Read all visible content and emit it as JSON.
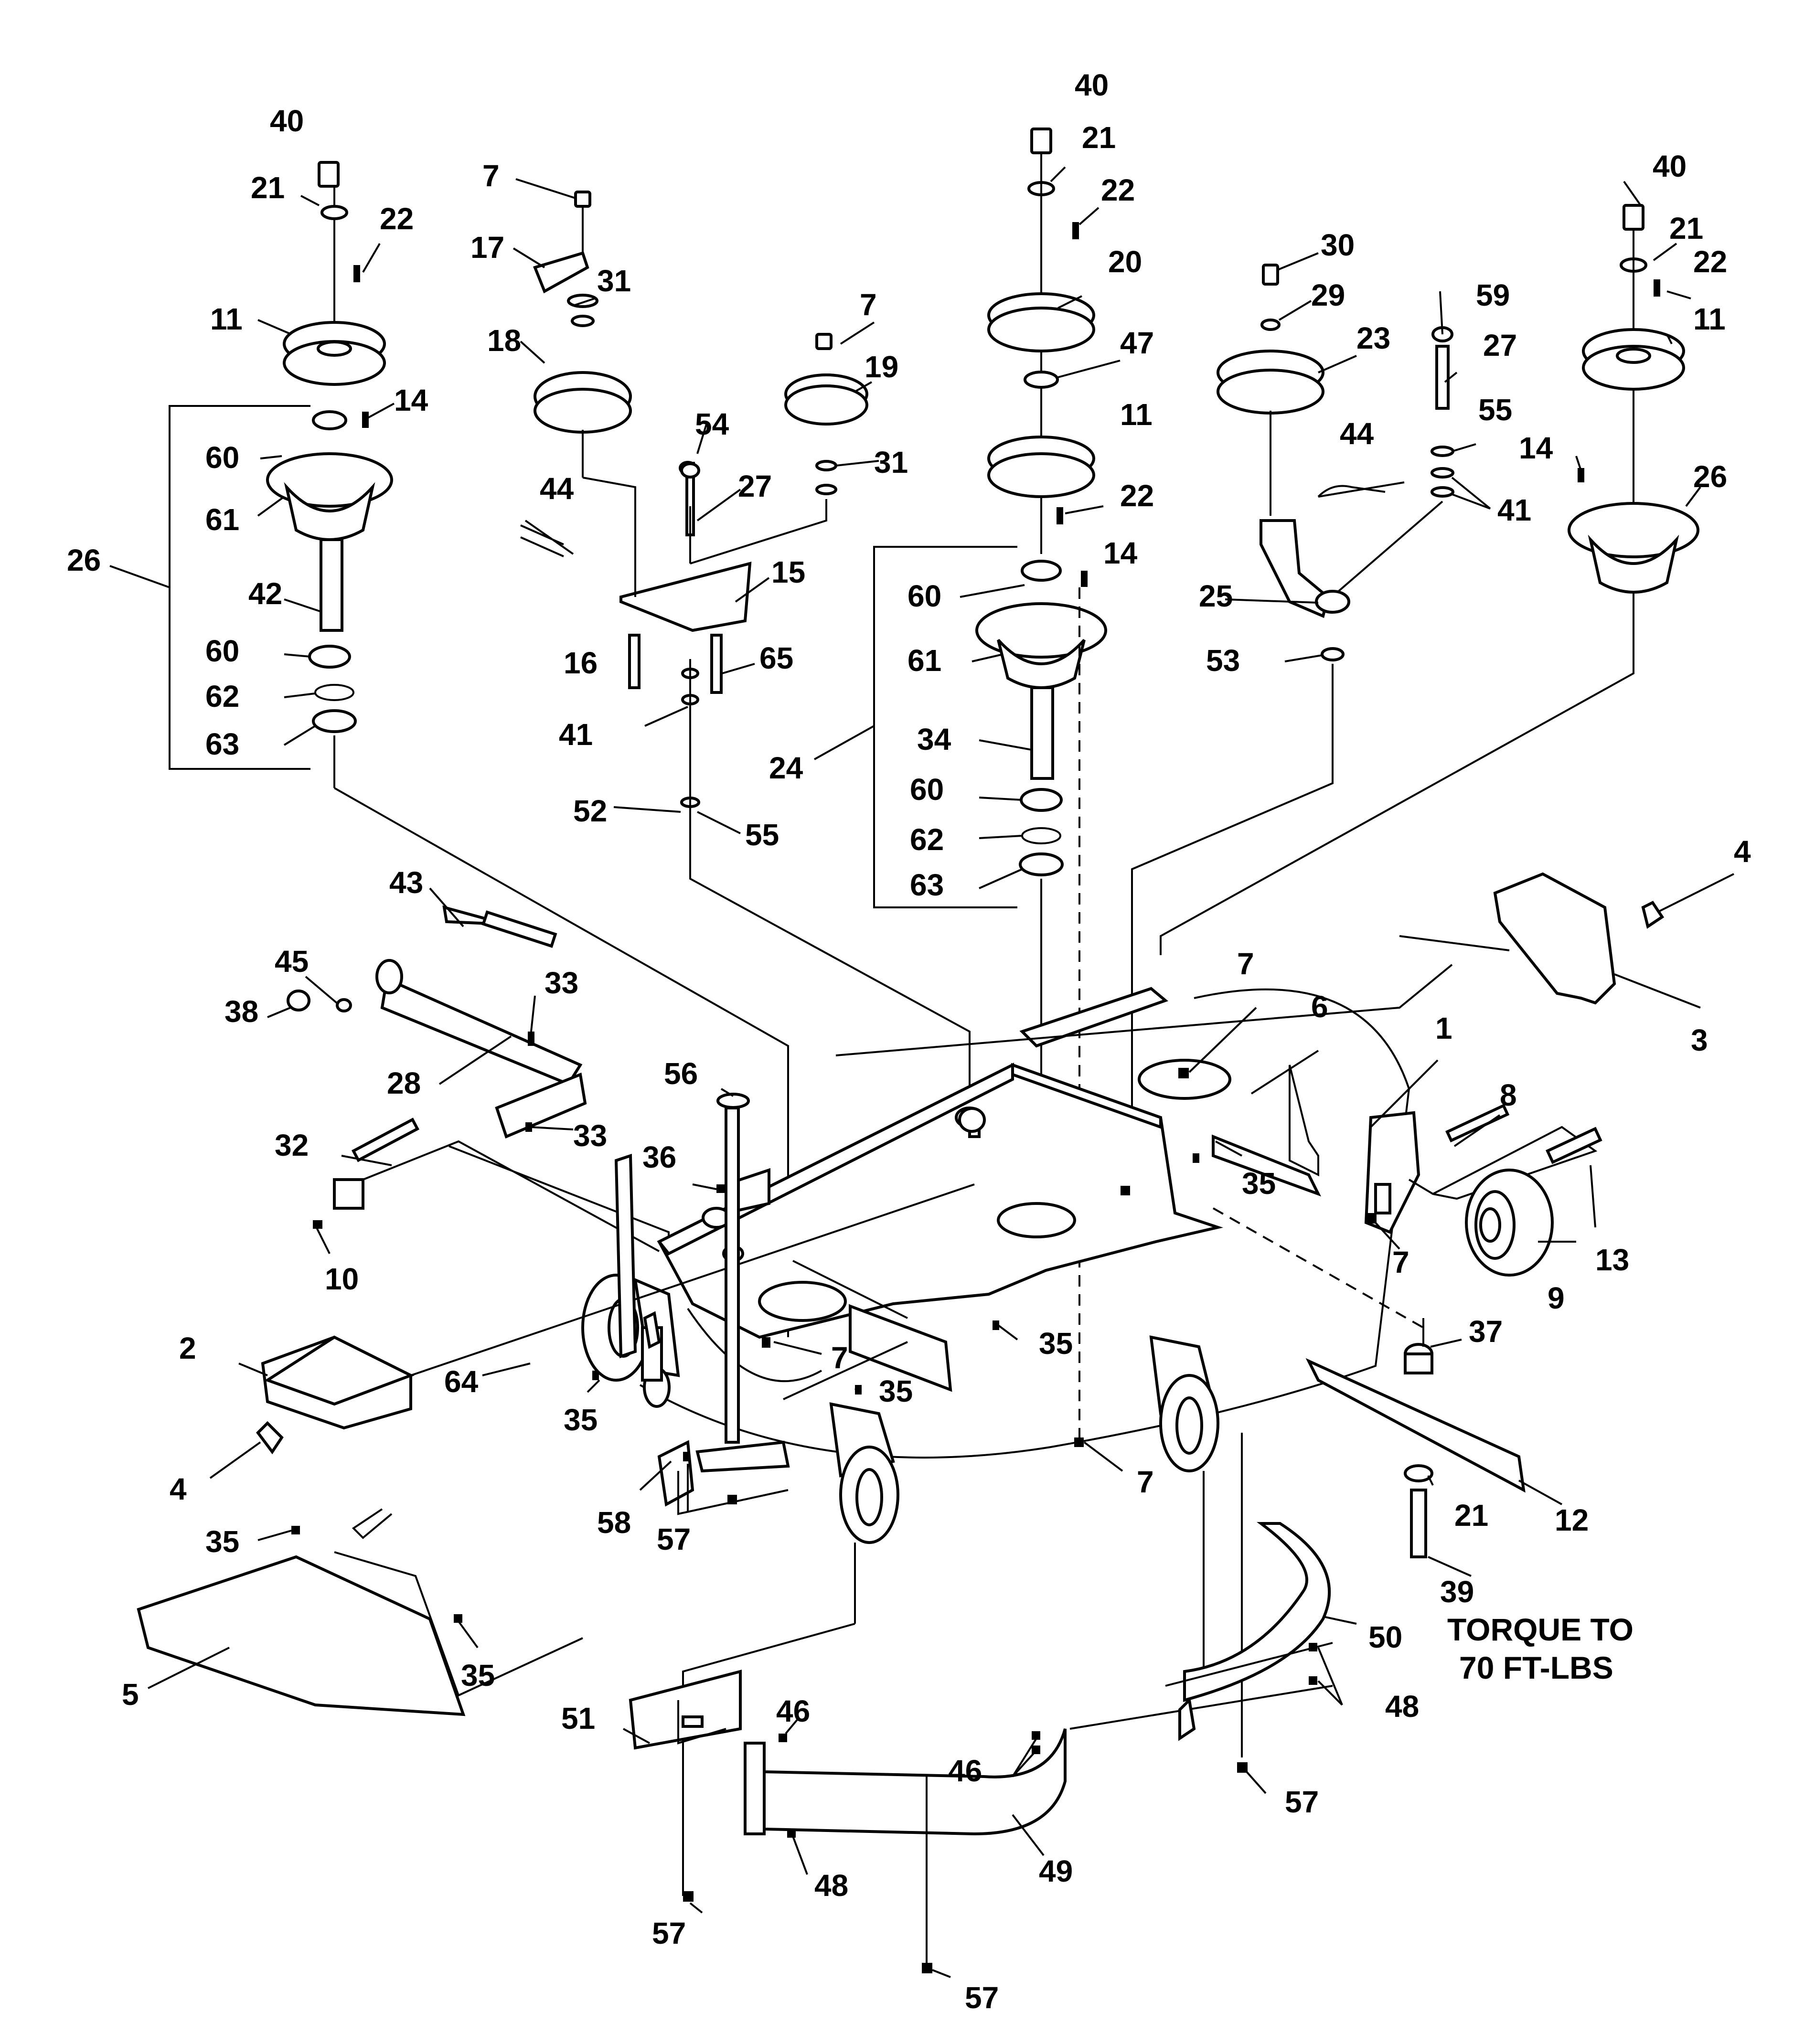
{
  "callouts": [
    "40",
    "21",
    "22",
    "11",
    "60",
    "14",
    "61",
    "26",
    "42",
    "60",
    "62",
    "63",
    "7",
    "17",
    "31",
    "18",
    "44",
    "54",
    "27",
    "15",
    "16",
    "41",
    "65",
    "52",
    "55",
    "7",
    "19",
    "31",
    "40",
    "21",
    "22",
    "20",
    "47",
    "11",
    "22",
    "60",
    "14",
    "61",
    "24",
    "34",
    "60",
    "62",
    "63",
    "30",
    "29",
    "23",
    "44",
    "25",
    "53",
    "59",
    "27",
    "55",
    "41",
    "40",
    "21",
    "22",
    "11",
    "14",
    "26",
    "43",
    "45",
    "38",
    "33",
    "28",
    "33",
    "32",
    "10",
    "56",
    "36",
    "7",
    "6",
    "1",
    "4",
    "3",
    "8",
    "35",
    "13",
    "9",
    "7",
    "2",
    "64",
    "7",
    "35",
    "35",
    "35",
    "4",
    "58",
    "57",
    "7",
    "37",
    "12",
    "21",
    "39",
    "35",
    "35",
    "5",
    "50",
    "51",
    "46",
    "46",
    "48",
    "48",
    "49",
    "57",
    "57",
    "57"
  ],
  "note": {
    "line1": "TORQUE TO",
    "line2": "70 FT-LBS"
  }
}
